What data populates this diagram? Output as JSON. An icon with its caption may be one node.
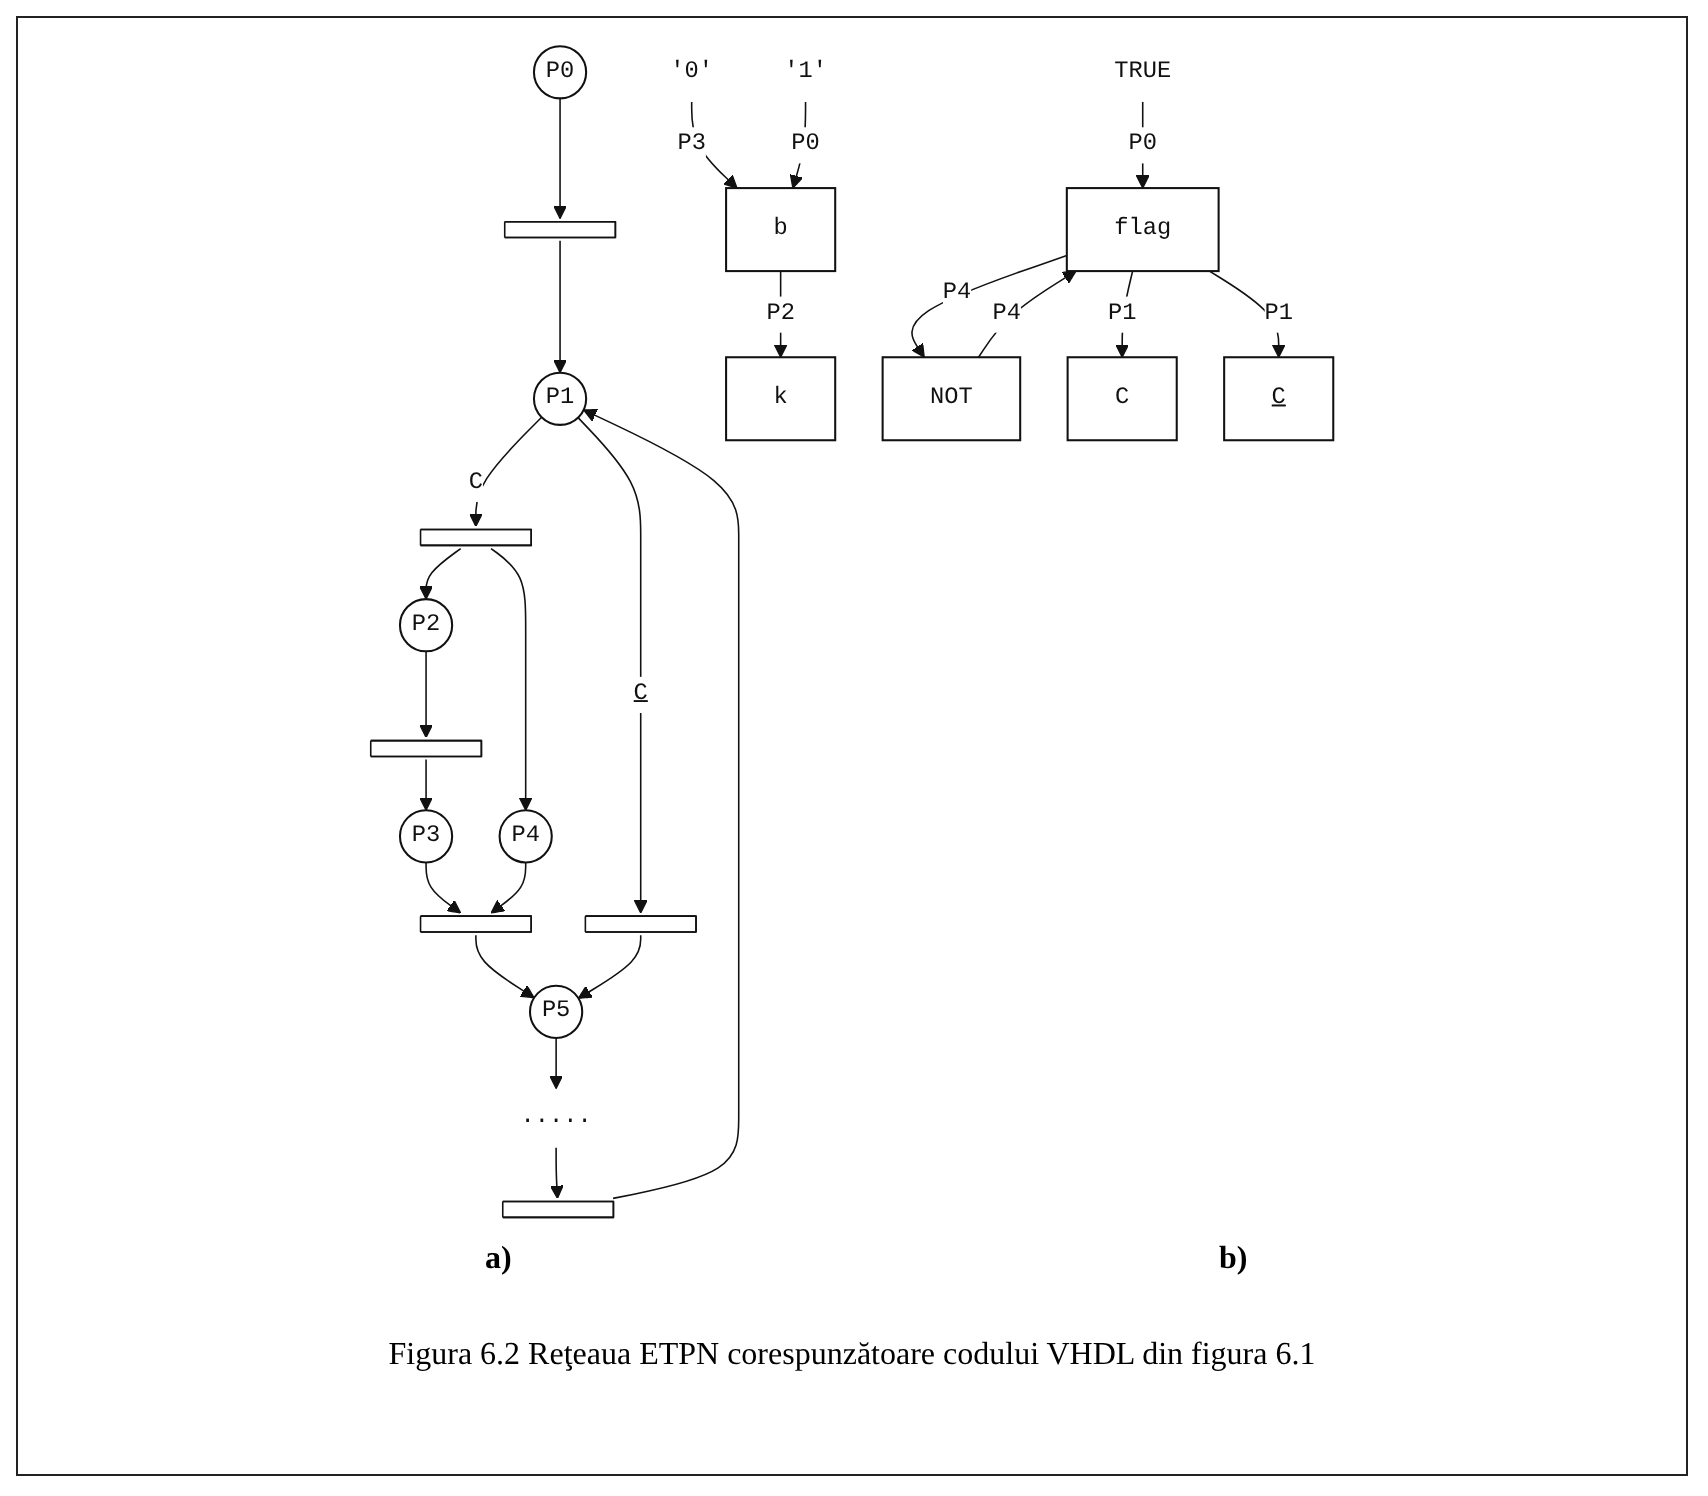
{
  "diagram": {
    "caption": "Figura 6.2 Reţeaua ETPN corespunzătoare codului VHDL din figura 6.1",
    "nodes": [
      {
        "text": [
          "P0"
        ]
      },
      {
        "text": [],
        "shape": "bar"
      },
      {
        "text": [],
        "shape": "bar"
      },
      {
        "text": [
          "P1"
        ]
      },
      {
        "text": [],
        "shape": "bar"
      },
      {
        "text": [
          "P2"
        ]
      },
      {
        "text": [
          "P4"
        ]
      },
      {
        "text": [],
        "shape": "bar"
      },
      {
        "text": [],
        "shape": "bar"
      },
      {
        "text": [
          "P3"
        ]
      },
      {
        "text": [],
        "shape": "bar"
      },
      {
        "text": [
          "P5"
        ]
      },
      {
        "text": [
          "....."
        ]
      },
      {
        "text": [
          "'0'"
        ]
      },
      {
        "text": [
          "'1'"
        ]
      },
      {
        "text": [
          "b"
        ]
      },
      {
        "text": [
          "k"
        ]
      },
      {
        "text": [
          "TRUE"
        ]
      },
      {
        "text": [
          "NOT"
        ]
      },
      {
        "text": [
          "flag"
        ]
      },
      {
        "text": [
          "C"
        ]
      },
      {
        "text": [
          "C"
        ]
      }
    ],
    "edges": [
      {
        "from": 0,
        "to": 1,
        "arrow": "to"
      },
      {
        "from": 1,
        "to": 3,
        "arrow": "to"
      },
      {
        "from": 2,
        "to": 3,
        "arrow": "to"
      },
      {
        "from": 3,
        "to": 4,
        "arrow": "to",
        "label": "C"
      },
      {
        "from": 4,
        "to": 5,
        "arrow": "to"
      },
      {
        "from": 4,
        "to": 6,
        "arrow": "to"
      },
      {
        "from": 3,
        "to": 8,
        "arrow": "to",
        "label": "C"
      },
      {
        "from": 5,
        "to": 7,
        "arrow": "to"
      },
      {
        "from": 7,
        "to": 9,
        "arrow": "to"
      },
      {
        "from": 9,
        "to": 10,
        "arrow": "to"
      },
      {
        "from": 6,
        "to": 10,
        "arrow": "to"
      },
      {
        "from": 10,
        "to": 11,
        "arrow": "to"
      },
      {
        "from": 8,
        "to": 11,
        "arrow": "to"
      },
      {
        "from": 11,
        "to": 12,
        "arrow": "to"
      },
      {
        "from": 12,
        "to": 2,
        "arrow": "to"
      },
      {
        "from": 13,
        "to": 15,
        "arrow": "to",
        "label": "P3"
      },
      {
        "from": 14,
        "to": 15,
        "arrow": "to",
        "label": "P0"
      },
      {
        "from": 15,
        "to": 16,
        "arrow": "to",
        "label": "P2"
      },
      {
        "from": 17,
        "to": 19,
        "arrow": "to",
        "label": "P0"
      },
      {
        "from": 18,
        "to": 19,
        "arrow": "to",
        "label": "P4"
      },
      {
        "from": 19,
        "to": 18,
        "arrow": "to",
        "label": "P4"
      },
      {
        "from": 19,
        "to": 20,
        "arrow": "to",
        "label": "P1"
      },
      {
        "from": 19,
        "to": 21,
        "arrow": "to",
        "label": "P1"
      }
    ],
    "labels": [
      "a)",
      "b)"
    ]
  }
}
